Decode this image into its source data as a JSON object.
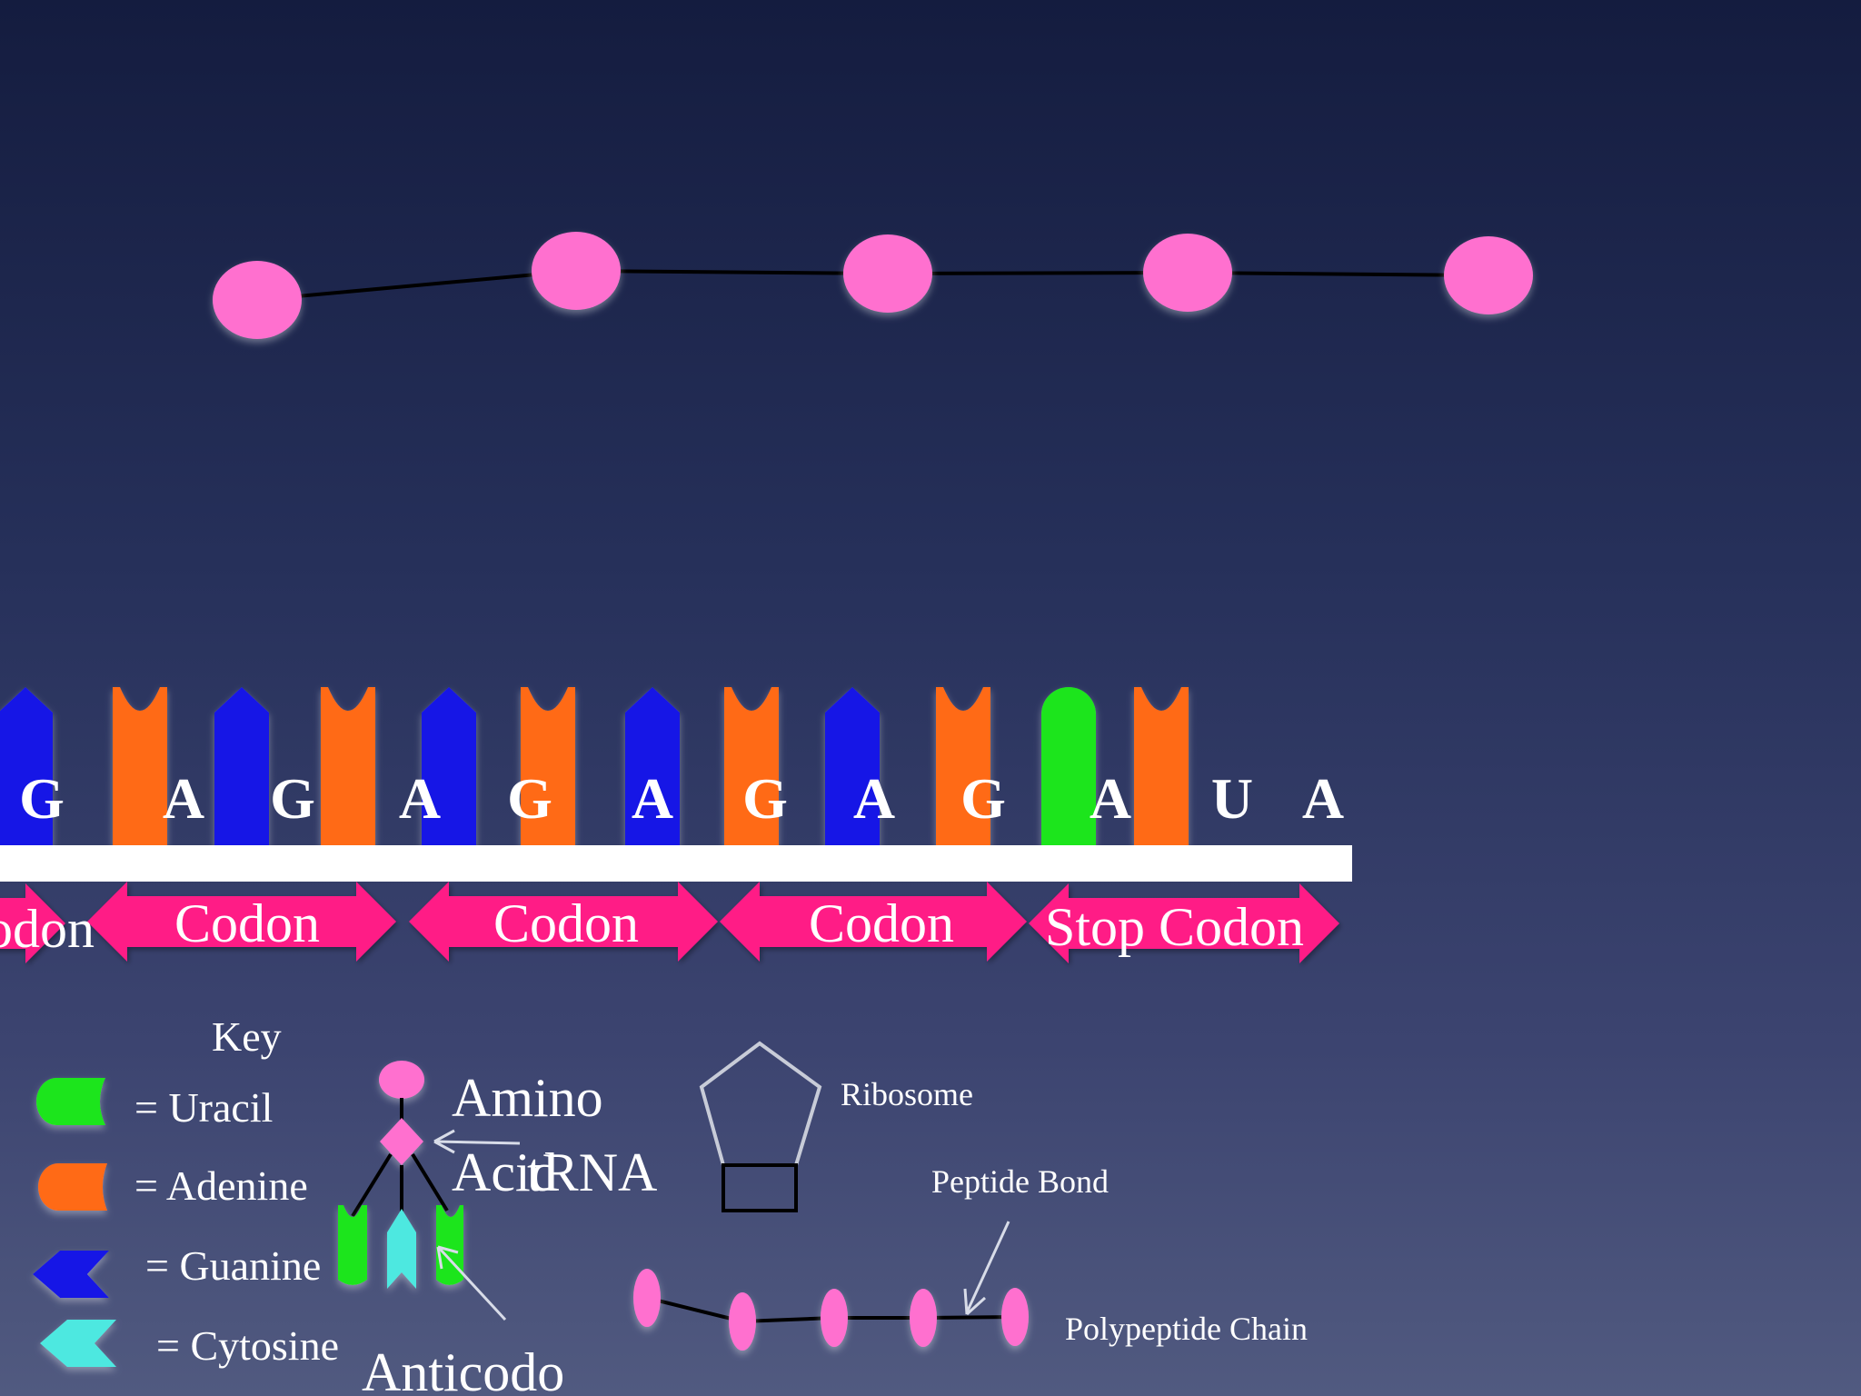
{
  "colors": {
    "background_top": "#141c3f",
    "amino_acid": "#ff6fcf",
    "uracil": "#1ee51e",
    "adenine": "#ff6a12",
    "guanine": "#1818e6",
    "cytosine": "#4de8e0",
    "codon_arrow": "#ff1a86",
    "mrna_strand": "#ffffff"
  },
  "amino_acid_chain": {
    "count": 5
  },
  "bases": [
    {
      "type": "guanine",
      "letter": "G"
    },
    {
      "type": "adenine",
      "letter": "A"
    },
    {
      "type": "guanine",
      "letter": "G"
    },
    {
      "type": "adenine",
      "letter": "A"
    },
    {
      "type": "guanine",
      "letter": "G"
    },
    {
      "type": "adenine",
      "letter": "A"
    },
    {
      "type": "guanine",
      "letter": "G"
    },
    {
      "type": "adenine",
      "letter": "A"
    },
    {
      "type": "guanine",
      "letter": "G"
    },
    {
      "type": "adenine",
      "letter": "A"
    },
    {
      "type": "uracil",
      "letter": "U"
    },
    {
      "type": "adenine",
      "letter": "A"
    }
  ],
  "codons": [
    "odon",
    "Codon",
    "Codon",
    "Codon",
    "Stop Codon"
  ],
  "key": {
    "title": "Key",
    "items": [
      {
        "type": "uracil",
        "label": "= Uracil"
      },
      {
        "type": "adenine",
        "label": "= Adenine"
      },
      {
        "type": "guanine",
        "label": "= Guanine"
      },
      {
        "type": "cytosine",
        "label": "= Cytosine"
      }
    ]
  },
  "trna_labels": {
    "amino_acid_line1": "Amino",
    "amino_acid_line2": "Acid",
    "trna": "tRNA",
    "anticodon": "Anticodo"
  },
  "ribosome_label": "Ribosome",
  "peptide_bond_label": "Peptide Bond",
  "polypeptide_label": "Polypeptide Chain"
}
